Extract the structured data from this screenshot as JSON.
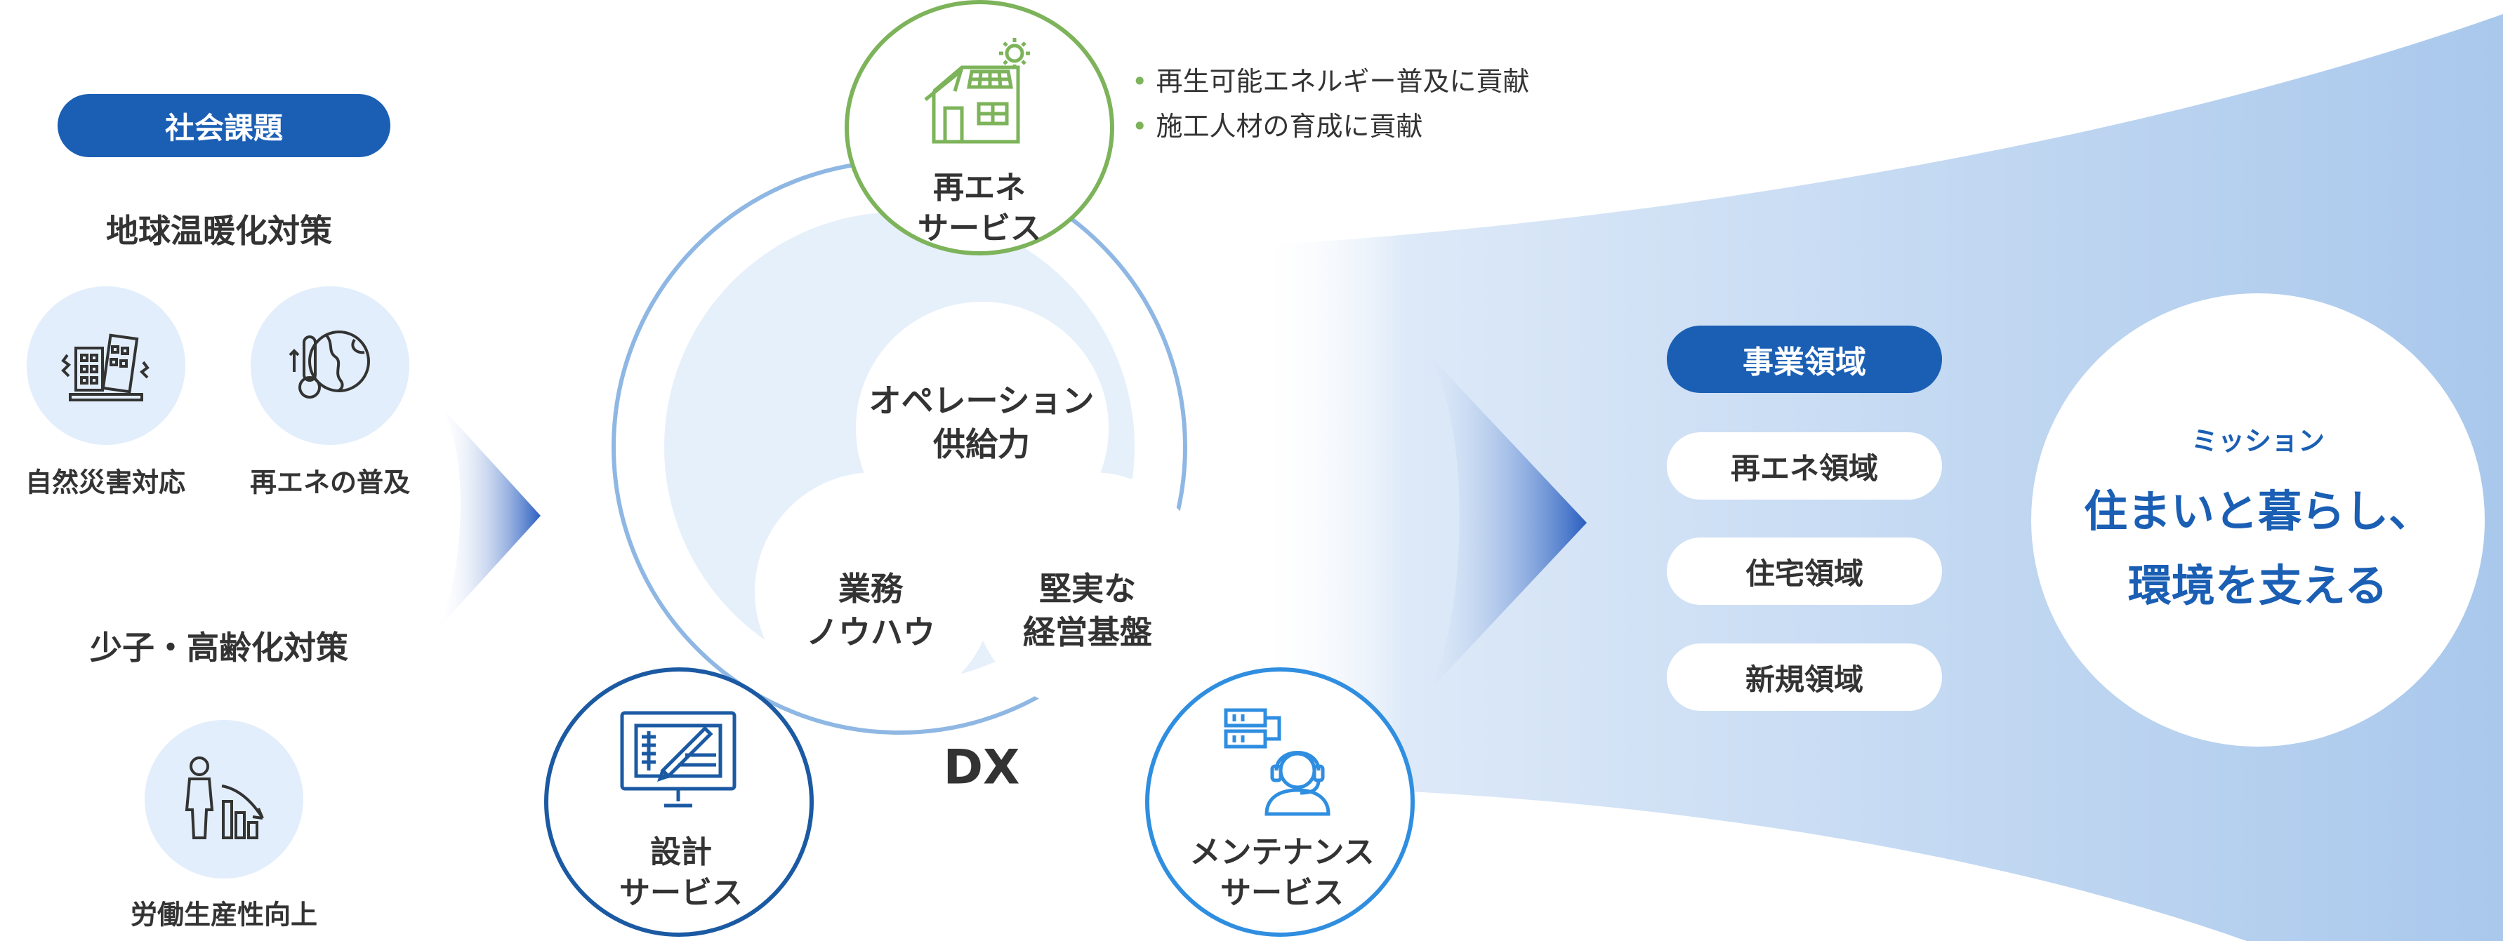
{
  "left": {
    "badge": "社会課題",
    "heading1": "地球温暖化対策",
    "label_disaster": "自然災害対応",
    "label_renew": "再エネの普及",
    "heading2": "少子・高齢化対策",
    "label_labor": "労働生産性向上"
  },
  "center": {
    "top_label_line1": "再エネ",
    "top_label_line2": "サービス",
    "bullets": [
      "再生可能エネルギー普及に貢献",
      "施工人材の育成に貢献"
    ],
    "core_top_line1": "オペレーション",
    "core_top_line2": "供給力",
    "core_left_line1": "業務",
    "core_left_line2": "ノウハウ",
    "core_right_line1": "堅実な",
    "core_right_line2": "経営基盤",
    "dx": "DX",
    "design_line1": "設計",
    "design_line2": "サービス",
    "maint_line1": "メンテナンス",
    "maint_line2": "サービス"
  },
  "business": {
    "badge": "事業領域",
    "domains": [
      "再エネ領域",
      "住宅領域",
      "新規領域"
    ]
  },
  "mission": {
    "label": "ミッション",
    "line1": "住まいと暮らし、",
    "line2": "環境を支える"
  },
  "colors": {
    "navy": "#1a5fb4",
    "green": "#7db35a",
    "mid_blue": "#2f8ee0",
    "dark_blue": "#1b5aa3",
    "light_bg": "#e6f0fb"
  },
  "icons": [
    "buildings-disaster-icon",
    "thermometer-globe-icon",
    "person-declining-chart-icon",
    "solar-house-icon",
    "design-monitor-icon",
    "support-headset-icon",
    "bullet-dot-icon",
    "arrow-chevron-icon"
  ]
}
